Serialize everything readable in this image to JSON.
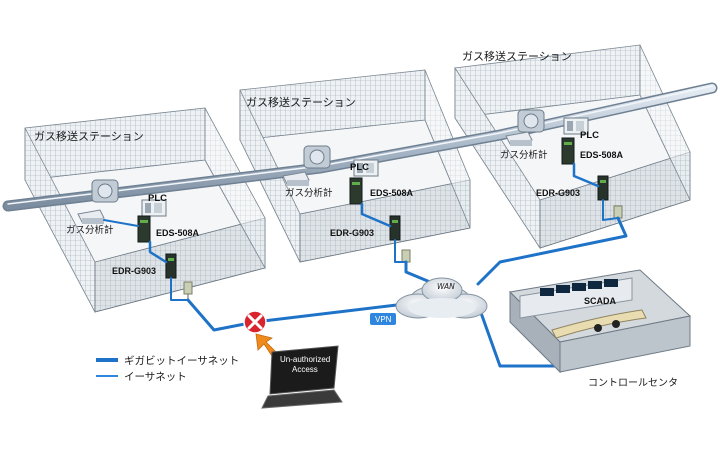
{
  "stations": [
    {
      "title": "ガス移送ステーション",
      "plc": "PLC",
      "analyzer": "ガス分析計",
      "eds": "EDS-508A",
      "edr": "EDR-G903"
    },
    {
      "title": "ガス移送ステーション",
      "plc": "PLC",
      "analyzer": "ガス分析計",
      "eds": "EDS-508A",
      "edr": "EDR-G903"
    },
    {
      "title": "ガス移送ステーション",
      "plc": "PLC",
      "analyzer": "ガス分析計",
      "eds": "EDS-508A",
      "edr": "EDR-G903"
    }
  ],
  "network": {
    "wan": "WAN",
    "vpn": "VPN"
  },
  "control_center": {
    "scada": "SCADA",
    "label": "コントロールセンタ"
  },
  "unauthorized": {
    "line1": "Un-authorized",
    "line2": "Access"
  },
  "legend": [
    {
      "label": "ギガビットイーサネット",
      "color": "#1e73c8"
    },
    {
      "label": "イーサネット",
      "color": "#2e86de"
    }
  ],
  "colors": {
    "link": "#1e73c8",
    "pipe": "#a9b8c8",
    "alert": "#d9232e",
    "arrow": "#f08a1c"
  }
}
